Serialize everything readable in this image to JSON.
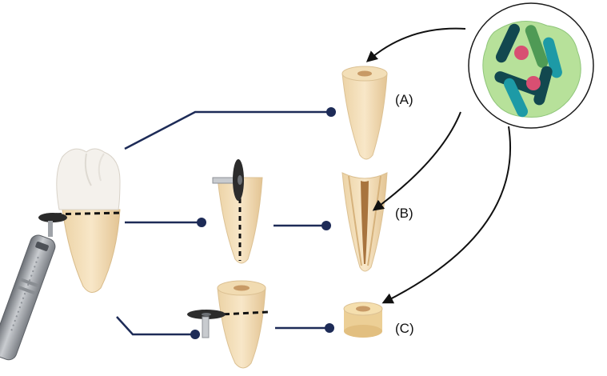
{
  "labels": {
    "a": "(A)",
    "b": "(B)",
    "c": "(C)"
  },
  "icons": {
    "source_tooth": "molar-tooth-icon",
    "drill": "rotary-handpiece-icon",
    "cutting_disc": "cutting-disc-icon",
    "biofilm": "bacterial-biofilm-icon"
  },
  "colors": {
    "connector": "#1d2b57",
    "arrow": "#111111",
    "root": "#f2ddb8",
    "crown": "#f4f1ec",
    "canal": "#a8743e",
    "biofilm_blob": "#b7e19a",
    "bacteria_dark": "#12484f",
    "bacteria_teal": "#1d9aa6",
    "bacteria_green": "#4f9a55",
    "cocci": "#d84f72"
  }
}
